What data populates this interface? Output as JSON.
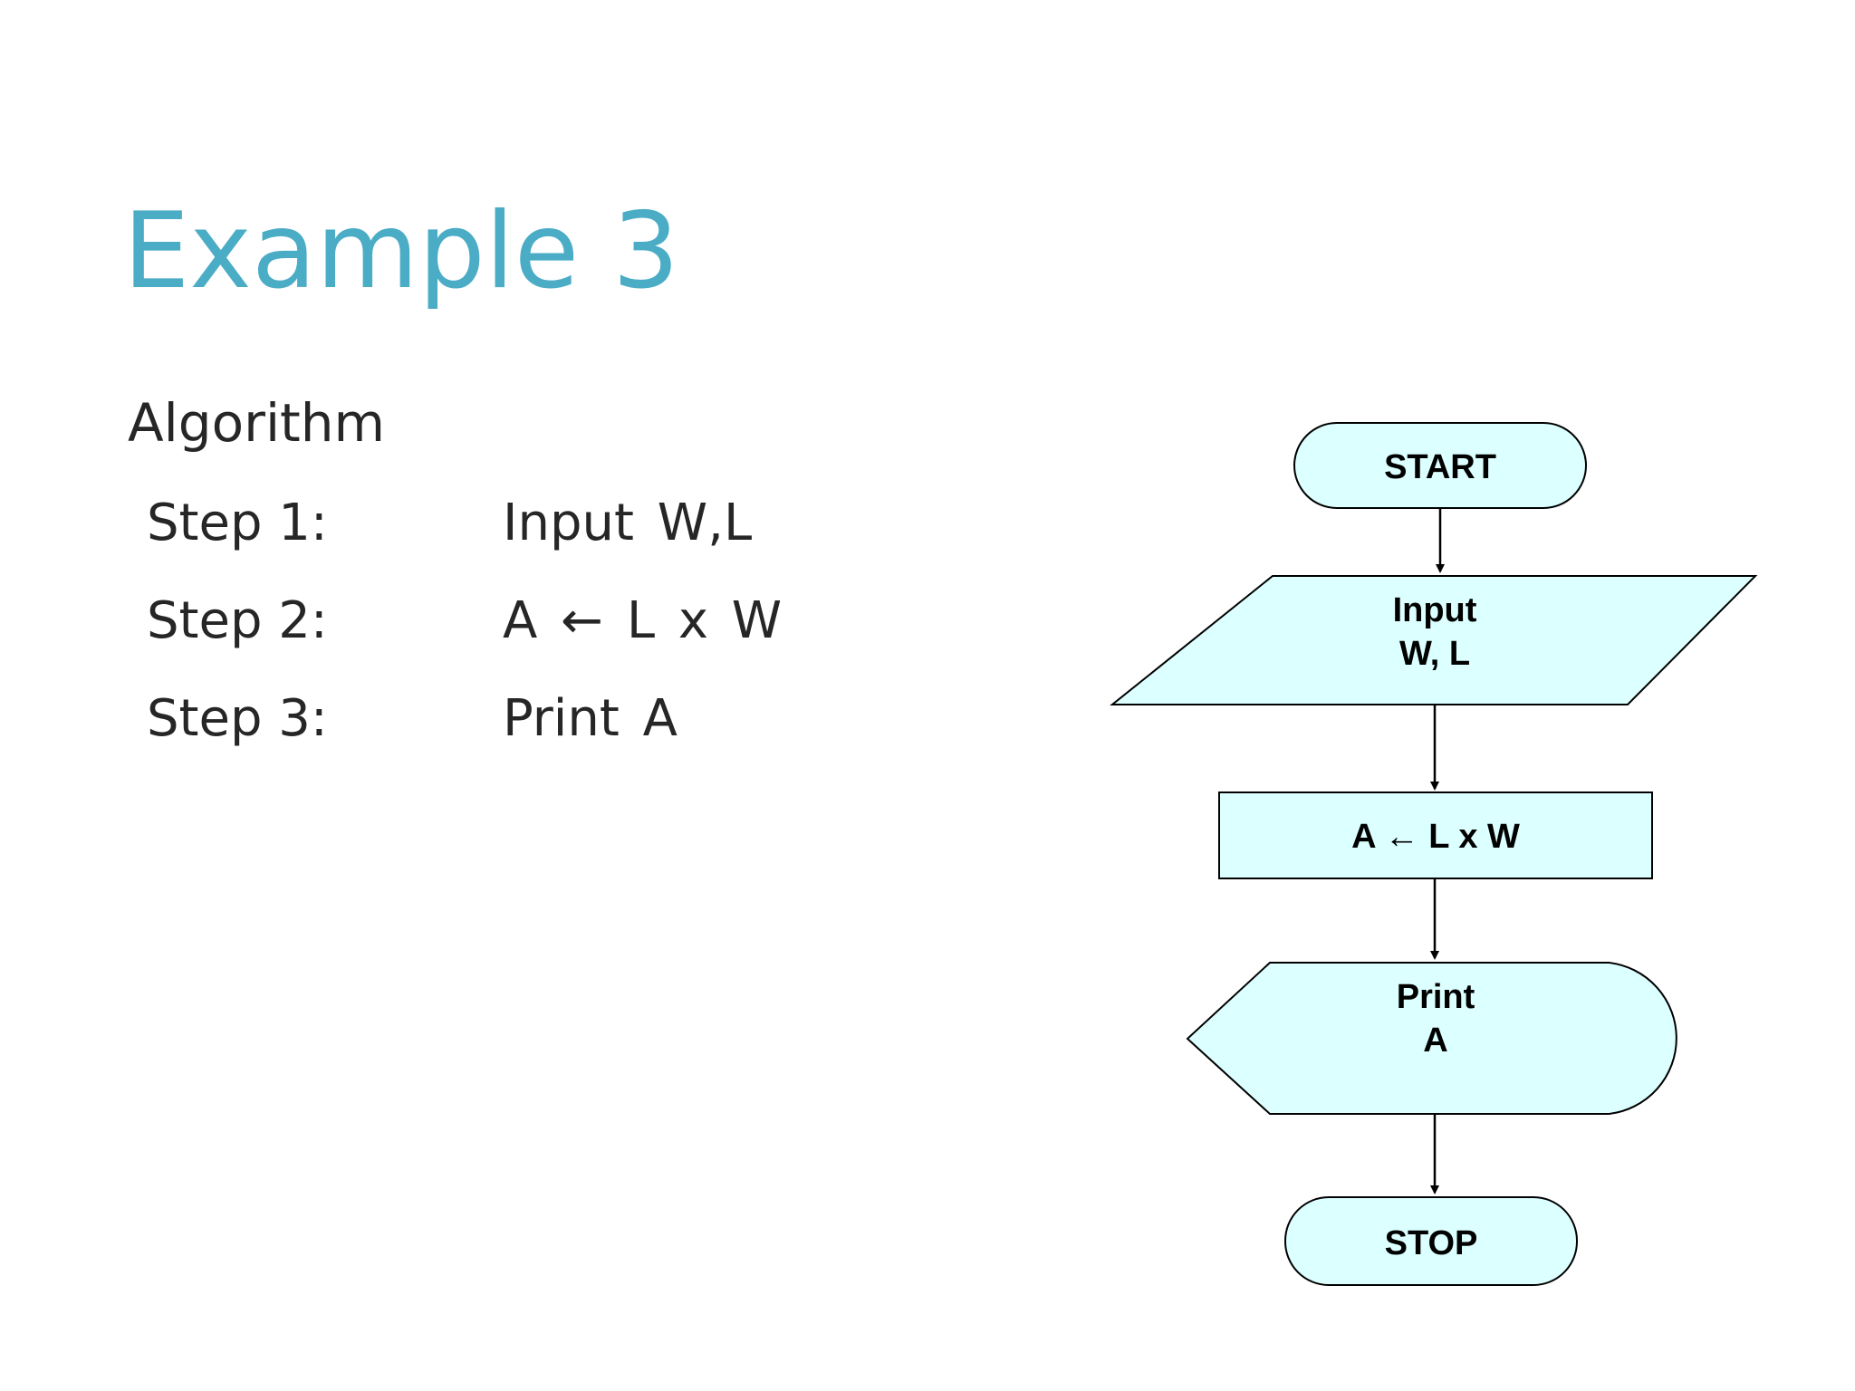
{
  "slide": {
    "title": "Example 3"
  },
  "algorithm": {
    "heading": "Algorithm",
    "steps": [
      {
        "label": "Step 1:",
        "action": "Input W,L"
      },
      {
        "label": "Step 2:",
        "action": "A ← L x W"
      },
      {
        "label": "Step 3:",
        "action": "Print A"
      }
    ]
  },
  "flowchart": {
    "start": "START",
    "input_line1": "Input",
    "input_line2": "W, L",
    "process": "A ← L x W",
    "output_line1": "Print",
    "output_line2": "A",
    "stop": "STOP"
  },
  "colors": {
    "title": "#4bacc6",
    "text": "#262626",
    "shape_fill": "#dcffff",
    "shape_stroke": "#000000"
  }
}
